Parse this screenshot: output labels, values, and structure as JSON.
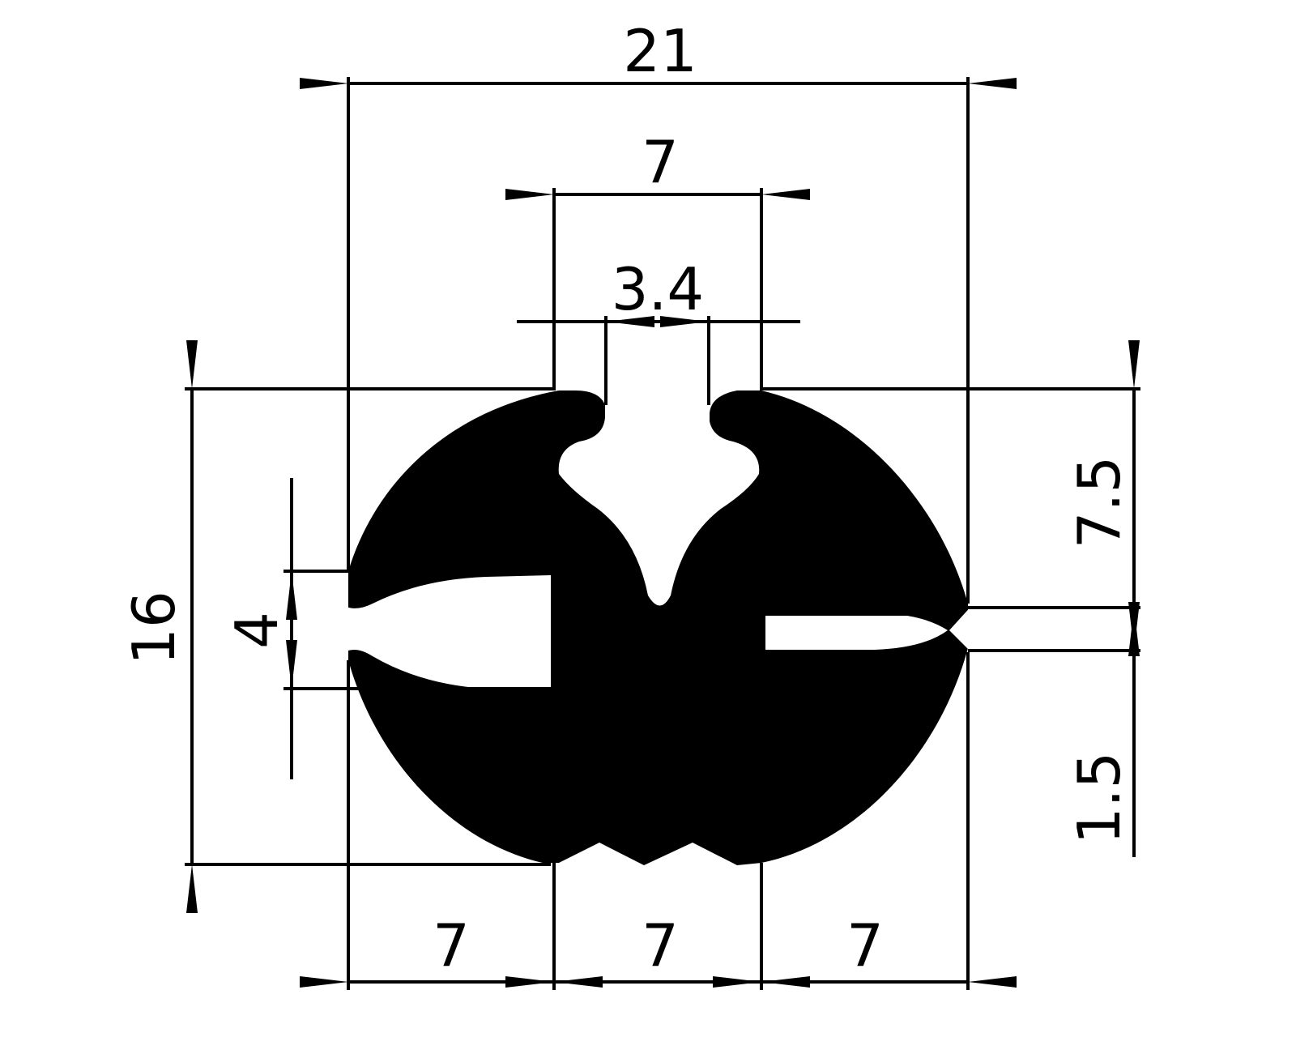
{
  "drawing": {
    "colors": {
      "profile": "#000000",
      "background": "#ffffff"
    },
    "dimensions": {
      "overall_width": "21",
      "top_opening_outer": "7",
      "top_opening_inner": "3.4",
      "overall_height": "16",
      "left_slot_height": "4",
      "right_upper": "7.5",
      "right_lower": "1.5",
      "bottom_left": "7",
      "bottom_middle": "7",
      "bottom_right": "7"
    }
  }
}
